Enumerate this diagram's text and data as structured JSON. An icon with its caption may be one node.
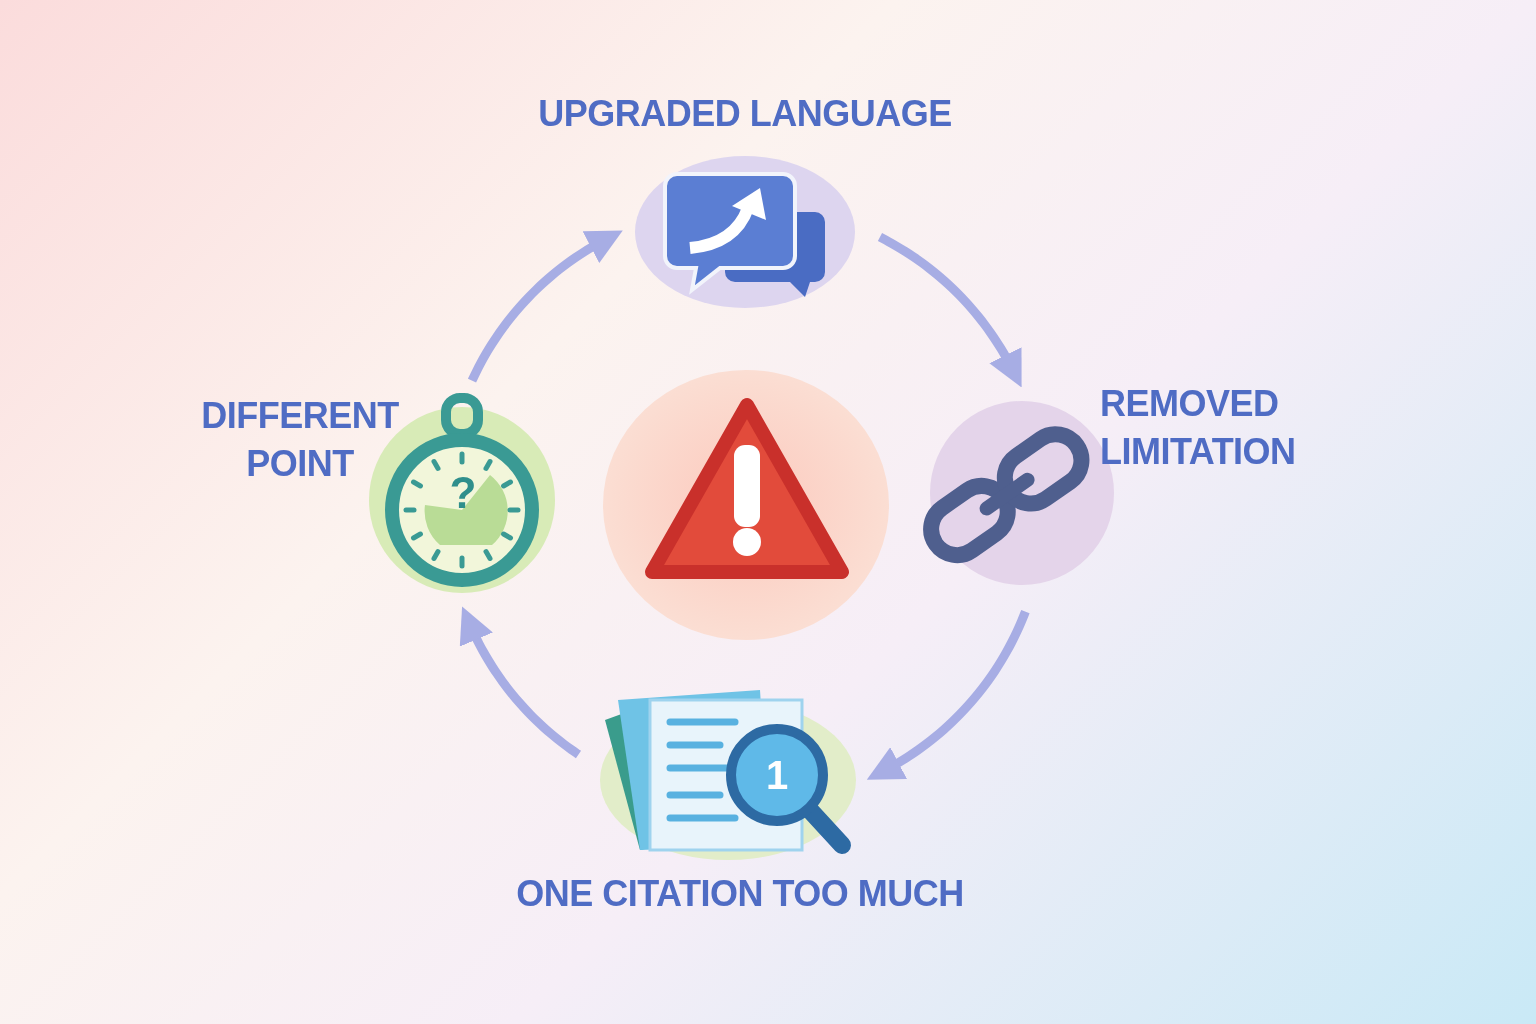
{
  "diagram": {
    "nodes": [
      {
        "text": [
          "UPGRADED LANGUAGE"
        ]
      },
      {
        "text": [
          "REMOVED LIMITATION"
        ]
      },
      {
        "text": [
          "ONE CITATION TOO MUCH"
        ]
      },
      {
        "text": [
          "DIFFERENT POINT"
        ]
      },
      {
        "text": [],
        "shape": "circle"
      }
    ],
    "edges": [
      {
        "from": 0,
        "to": 1,
        "arrow": "to"
      },
      {
        "from": 1,
        "to": 2,
        "arrow": "to"
      },
      {
        "from": 2,
        "to": 3,
        "arrow": "to"
      },
      {
        "from": 3,
        "to": 0,
        "arrow": "to"
      }
    ],
    "labels": [
      "1",
      "?"
    ]
  }
}
